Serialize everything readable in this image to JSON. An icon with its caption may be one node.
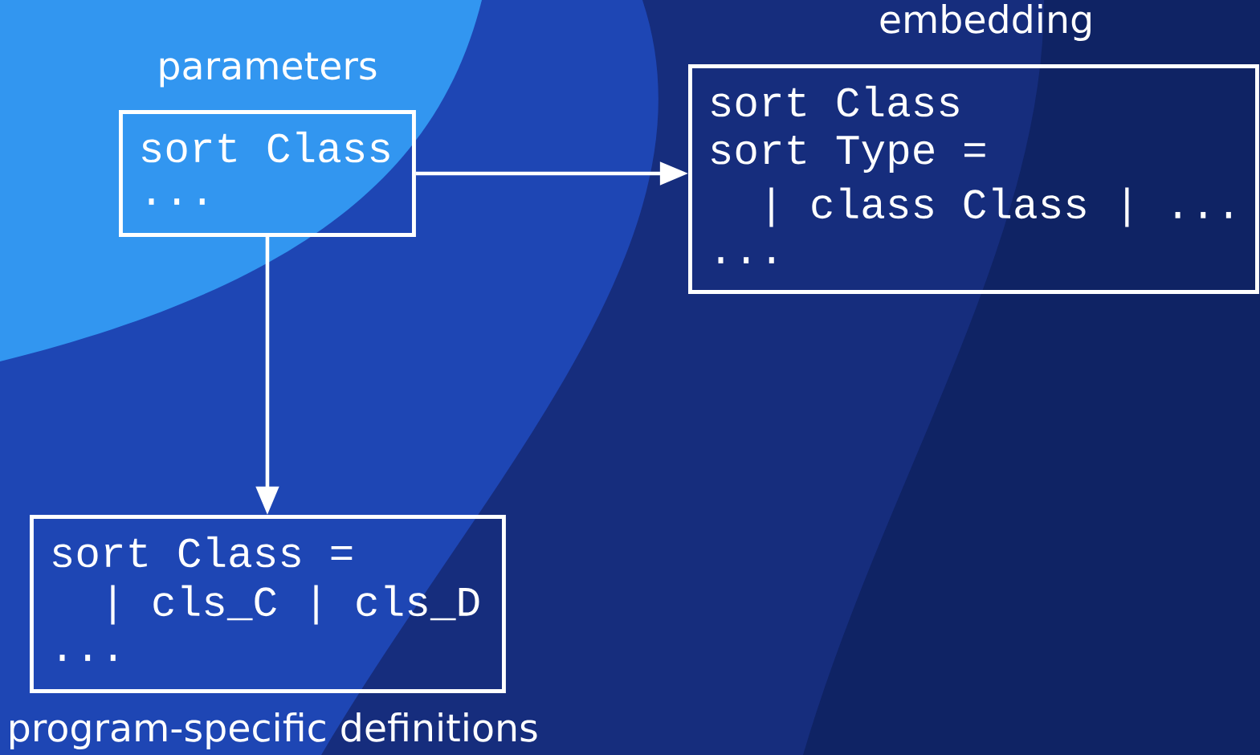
{
  "diagram": {
    "nodes": [
      {
        "text": [
          "parameters",
          "sort Class",
          "..."
        ]
      },
      {
        "text": [
          "embedding",
          "sort Class",
          "sort Type =",
          "| class Class | ...",
          "..."
        ]
      },
      {
        "text": [
          "sort Class =",
          "| cls_C | cls_D",
          "...",
          "program-specific definitions"
        ]
      }
    ],
    "edges": [
      {
        "from": 0,
        "to": 1,
        "arrow": "to"
      },
      {
        "from": 0,
        "to": 2,
        "arrow": "to"
      }
    ]
  }
}
